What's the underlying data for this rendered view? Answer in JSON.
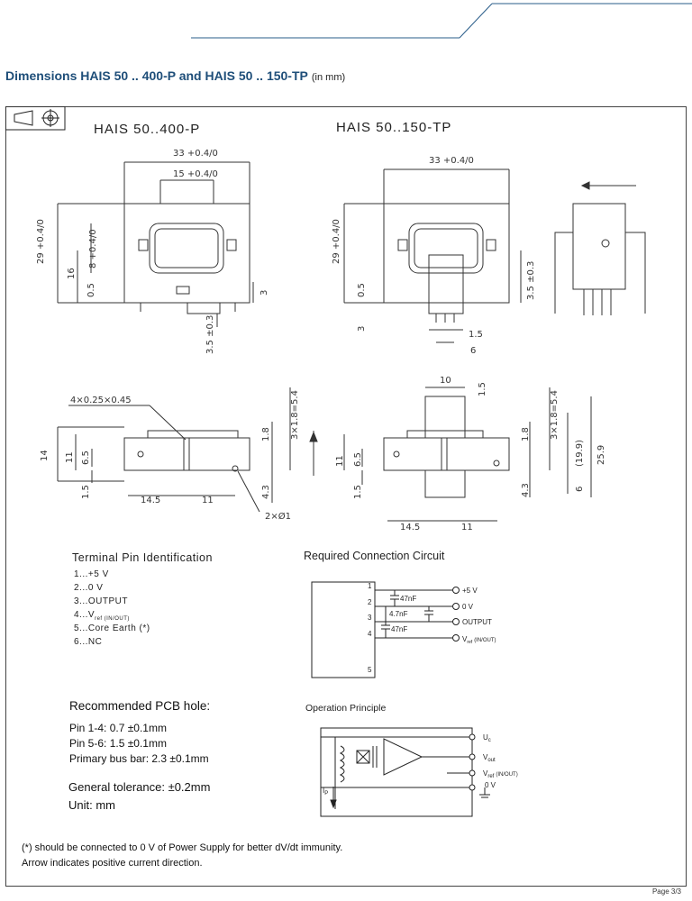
{
  "heading": {
    "title": "Dimensions HAIS 50 .. 400-P and HAIS 50 .. 150-TP",
    "unit": "(in mm)"
  },
  "drawings": {
    "left_title": "HAIS 50..400-P",
    "right_title": "HAIS 50..150-TP",
    "dims_left_top": {
      "w33": "33 +0.4/0",
      "w15": "15 +0.4/0",
      "h29": "29 +0.4/0",
      "h8": "8 +0.4/0",
      "h16": "16",
      "h05": "0.5",
      "h3": "3",
      "h35": "3.5 ±0.3"
    },
    "dims_right_top": {
      "w33": "33 +0.4/0",
      "h29": "29 +0.4/0",
      "h05": "0.5",
      "h3": "3",
      "h35": "3.5 ±0.3",
      "w15": "1.5",
      "w6": "6"
    },
    "dims_left_bottom": {
      "pins": "4×0.25×0.45",
      "h14": "14",
      "h11": "11",
      "h65": "6.5",
      "h15": "1.5",
      "w145": "14.5",
      "w11": "11",
      "h18": "1.8",
      "h3x18": "3×1.8=5.4",
      "h43": "4.3",
      "d1": "2×Ø1"
    },
    "dims_right_bottom": {
      "w10": "10",
      "h15top": "1.5",
      "h11": "11",
      "h65": "6.5",
      "h15": "1.5",
      "w145": "14.5",
      "w11": "11",
      "h18": "1.8",
      "h3x18": "3×1.8=5.4",
      "h199": "(19.9)",
      "h259": "25.9",
      "h43": "4.3",
      "h6": "6"
    }
  },
  "terminal": {
    "title": "Terminal Pin Identification",
    "pins": [
      "1...+5 V",
      "2...0 V",
      "3...OUTPUT",
      "4...V",
      "5...Core Earth  (*)",
      "6...NC"
    ],
    "pin4_sub": "ref",
    "pin4_suffix": "(IN/OUT)"
  },
  "connection": {
    "title": "Required Connection Circuit",
    "pin_numbers": [
      "1",
      "2",
      "3",
      "4",
      "5"
    ],
    "caps": [
      "47nF",
      "4.7nF",
      "47nF"
    ],
    "outputs": [
      "+5 V",
      "0 V",
      "OUTPUT",
      "V"
    ],
    "vref_sub": "ref",
    "vref_suffix": "(IN/OUT)"
  },
  "pcb": {
    "title": "Recommended PCB hole:",
    "lines": [
      "Pin 1-4: 0.7  ±0.1mm",
      "Pin 5-6: 1.5  ±0.1mm",
      "Primary bus bar: 2.3 ±0.1mm"
    ]
  },
  "tolerance": {
    "general": "General tolerance: ±0.2mm",
    "unit": "Unit: mm"
  },
  "operation": {
    "title": "Operation Principle",
    "labels": [
      "U",
      "V",
      "V",
      "0 V",
      "I"
    ],
    "uc_sub": "c",
    "vout_sub": "out",
    "vref_sub": "ref",
    "vref_suffix": "(IN/OUT)",
    "ip_sub": "P"
  },
  "footnote": {
    "line1": "(*) should be connected to 0 V of Power Supply for better dV/dt immunity.",
    "line2": "Arrow indicates positive current direction."
  },
  "page": "Page 3/3"
}
